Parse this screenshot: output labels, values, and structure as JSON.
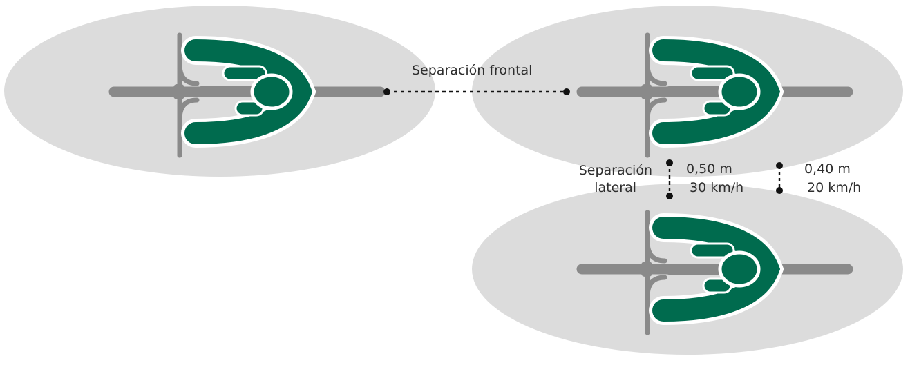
{
  "labels": {
    "frontal": "Separación frontal",
    "lateral_line1": "Separación",
    "lateral_line2": "lateral",
    "speed_a_distance": "0,50 m",
    "speed_a_speed": "30 km/h",
    "speed_b_distance": "0,40 m",
    "speed_b_speed": "20 km/h"
  },
  "colors": {
    "zone": "#dcdcdc",
    "rider": "#006b4e",
    "rider_outline": "#ffffff",
    "bike": "#8a8a8a",
    "text": "#2e2e2e",
    "guide": "#111111"
  },
  "icons": [
    "cyclist-top-view-icon",
    "cyclist-top-view-icon",
    "cyclist-top-view-icon"
  ]
}
